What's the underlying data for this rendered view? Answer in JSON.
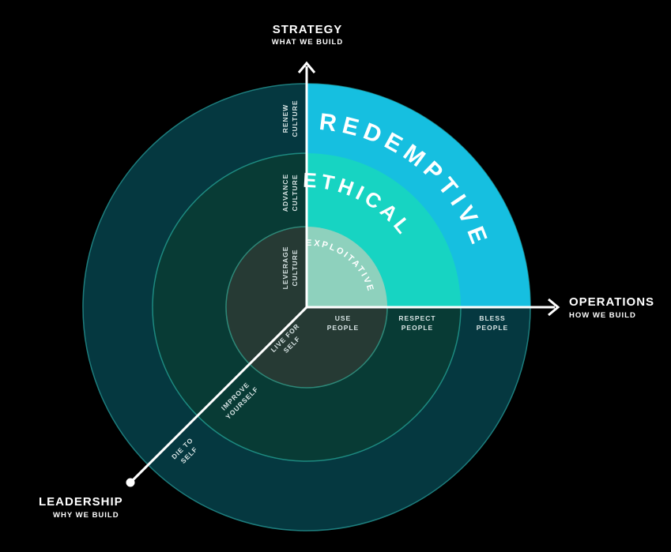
{
  "axes": {
    "strategy": {
      "title": "STRATEGY",
      "subtitle": "WHAT WE BUILD"
    },
    "operations": {
      "title": "OPERATIONS",
      "subtitle": "HOW WE BUILD"
    },
    "leadership": {
      "title": "LEADERSHIP",
      "subtitle": "WHY WE BUILD"
    }
  },
  "levels": {
    "redemptive": "REDEMPTIVE",
    "ethical": "ETHICAL",
    "exploitative": "EXPLOITATIVE"
  },
  "strategy_labels": {
    "renew": [
      "RENEW",
      "CULTURE"
    ],
    "advance": [
      "ADVANCE",
      "CULTURE"
    ],
    "leverage": [
      "LEVERAGE",
      "CULTURE"
    ]
  },
  "operations_labels": {
    "use": [
      "USE",
      "PEOPLE"
    ],
    "respect": [
      "RESPECT",
      "PEOPLE"
    ],
    "bless": [
      "BLESS",
      "PEOPLE"
    ]
  },
  "leadership_labels": {
    "live": [
      "LIVE FOR",
      "SELF"
    ],
    "improve": [
      "IMPROVE",
      "YOURSELF"
    ],
    "die": [
      "DIE TO",
      "SELF"
    ]
  },
  "colors": {
    "background": "#000000",
    "outer_ring": "#053840",
    "middle_ring": "#083b35",
    "inner_ring": "#263a34",
    "ring_stroke": "#1d7d7d",
    "redemptive": "#16bfe0",
    "ethical": "#17d4c2",
    "exploitative": "#8ed1bd",
    "axis": "#ffffff"
  }
}
